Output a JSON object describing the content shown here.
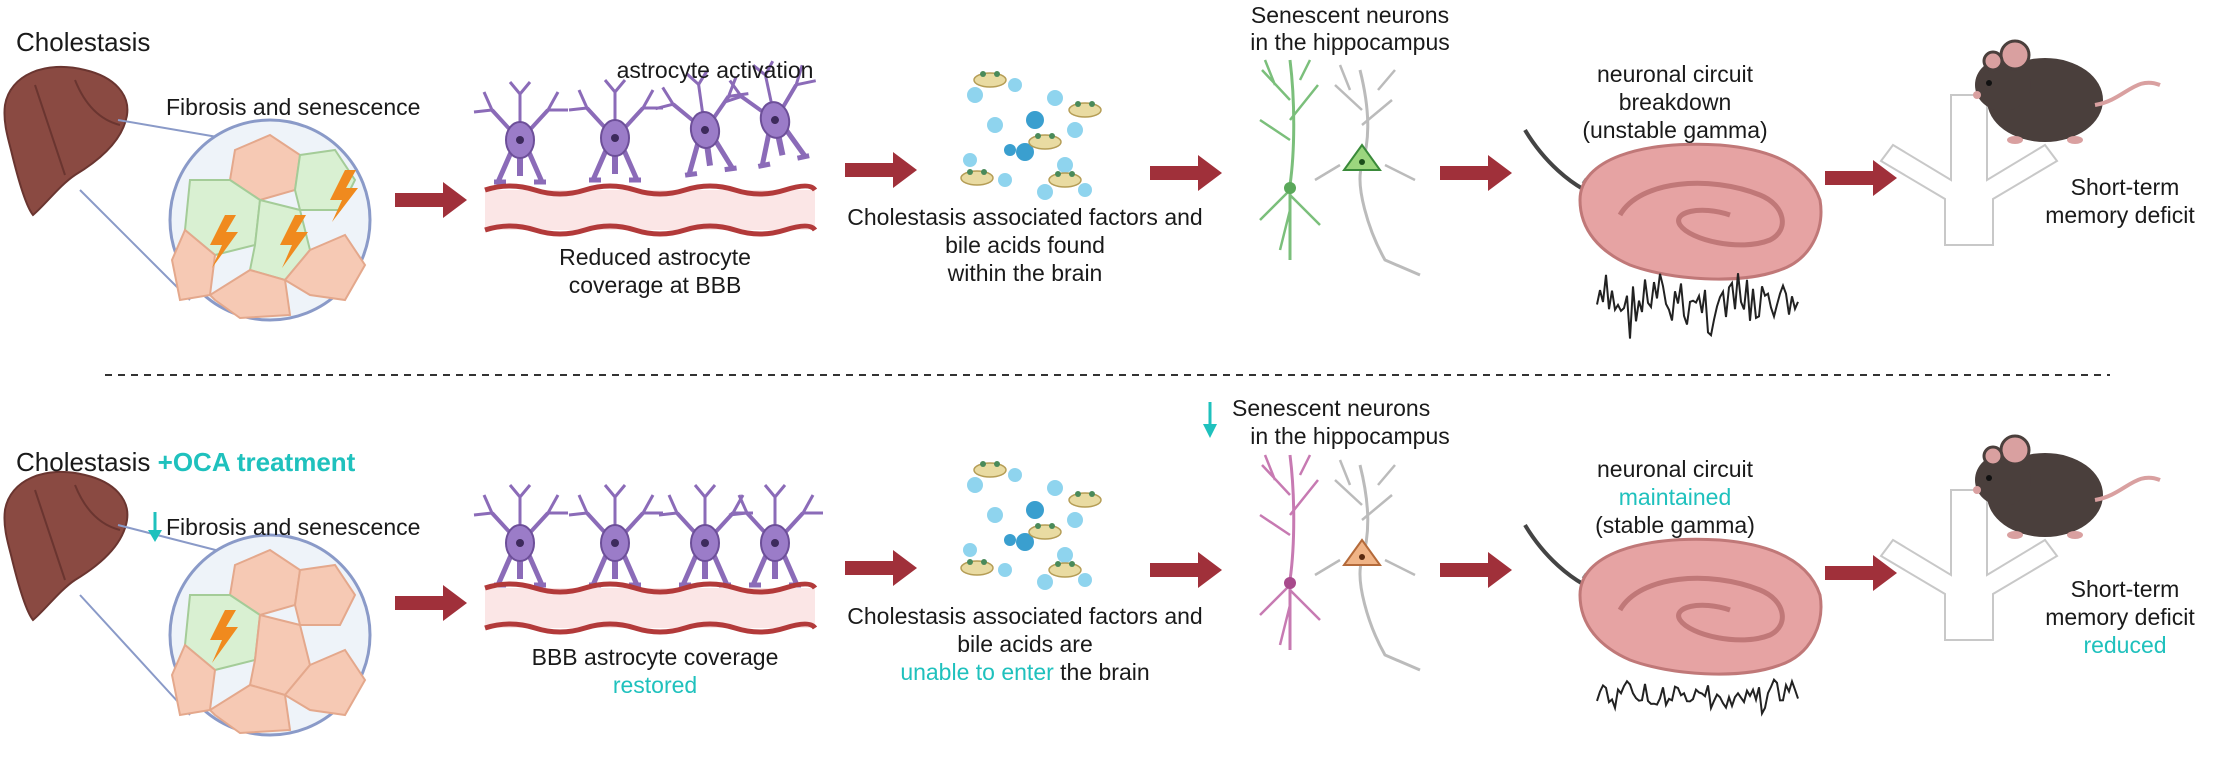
{
  "colors": {
    "arrow": "#a0303a",
    "highlight": "#1fc1bd",
    "liver": "#8a4a42",
    "astrocyte": "#8b6bb8",
    "hippocampus": "#e6a3a3",
    "mouse": "#4a3f3c"
  },
  "icons": [
    "liver-icon",
    "hepatocyte-cluster-icon",
    "lightning-icon",
    "astrocyte-icon",
    "blood-vessel-icon",
    "bile-acid-particles-icon",
    "neuron-icon",
    "hippocampus-icon",
    "electrode-icon",
    "gamma-wave-icon",
    "y-maze-icon",
    "mouse-icon",
    "down-arrow-icon"
  ],
  "top": {
    "cholestasis": "Cholestasis",
    "fibrosis": "Fibrosis and senescence",
    "astro_activation": "astrocyte activation",
    "bbb_line1": "Reduced astrocyte",
    "bbb_line2": "coverage at BBB",
    "factors_line1": "Cholestasis associated factors and",
    "factors_line2": "bile acids found",
    "factors_line3": "within the brain",
    "neurons_line1": "Senescent neurons",
    "neurons_line2": "in the hippocampus",
    "circuit_line1": "neuronal circuit",
    "circuit_line2": "breakdown",
    "circuit_line3": "(unstable gamma)",
    "memory_line1": "Short-term",
    "memory_line2": "memory deficit"
  },
  "bottom": {
    "cholestasis": "Cholestasis",
    "treatment": "+OCA treatment",
    "fibrosis": "Fibrosis and senescence",
    "bbb_line1": "BBB astrocyte coverage",
    "bbb_line2": "restored",
    "factors_line1": "Cholestasis associated factors and",
    "factors_line2": "bile acids are",
    "factors_line3a": "unable to enter",
    "factors_line3b": " the brain",
    "neurons_line1": "Senescent neurons",
    "neurons_line2": "in the hippocampus",
    "circuit_line1": "neuronal circuit",
    "circuit_line2": "maintained",
    "circuit_line3": "(stable gamma)",
    "memory_line1": "Short-term",
    "memory_line2": "memory deficit",
    "memory_line3": "reduced"
  }
}
